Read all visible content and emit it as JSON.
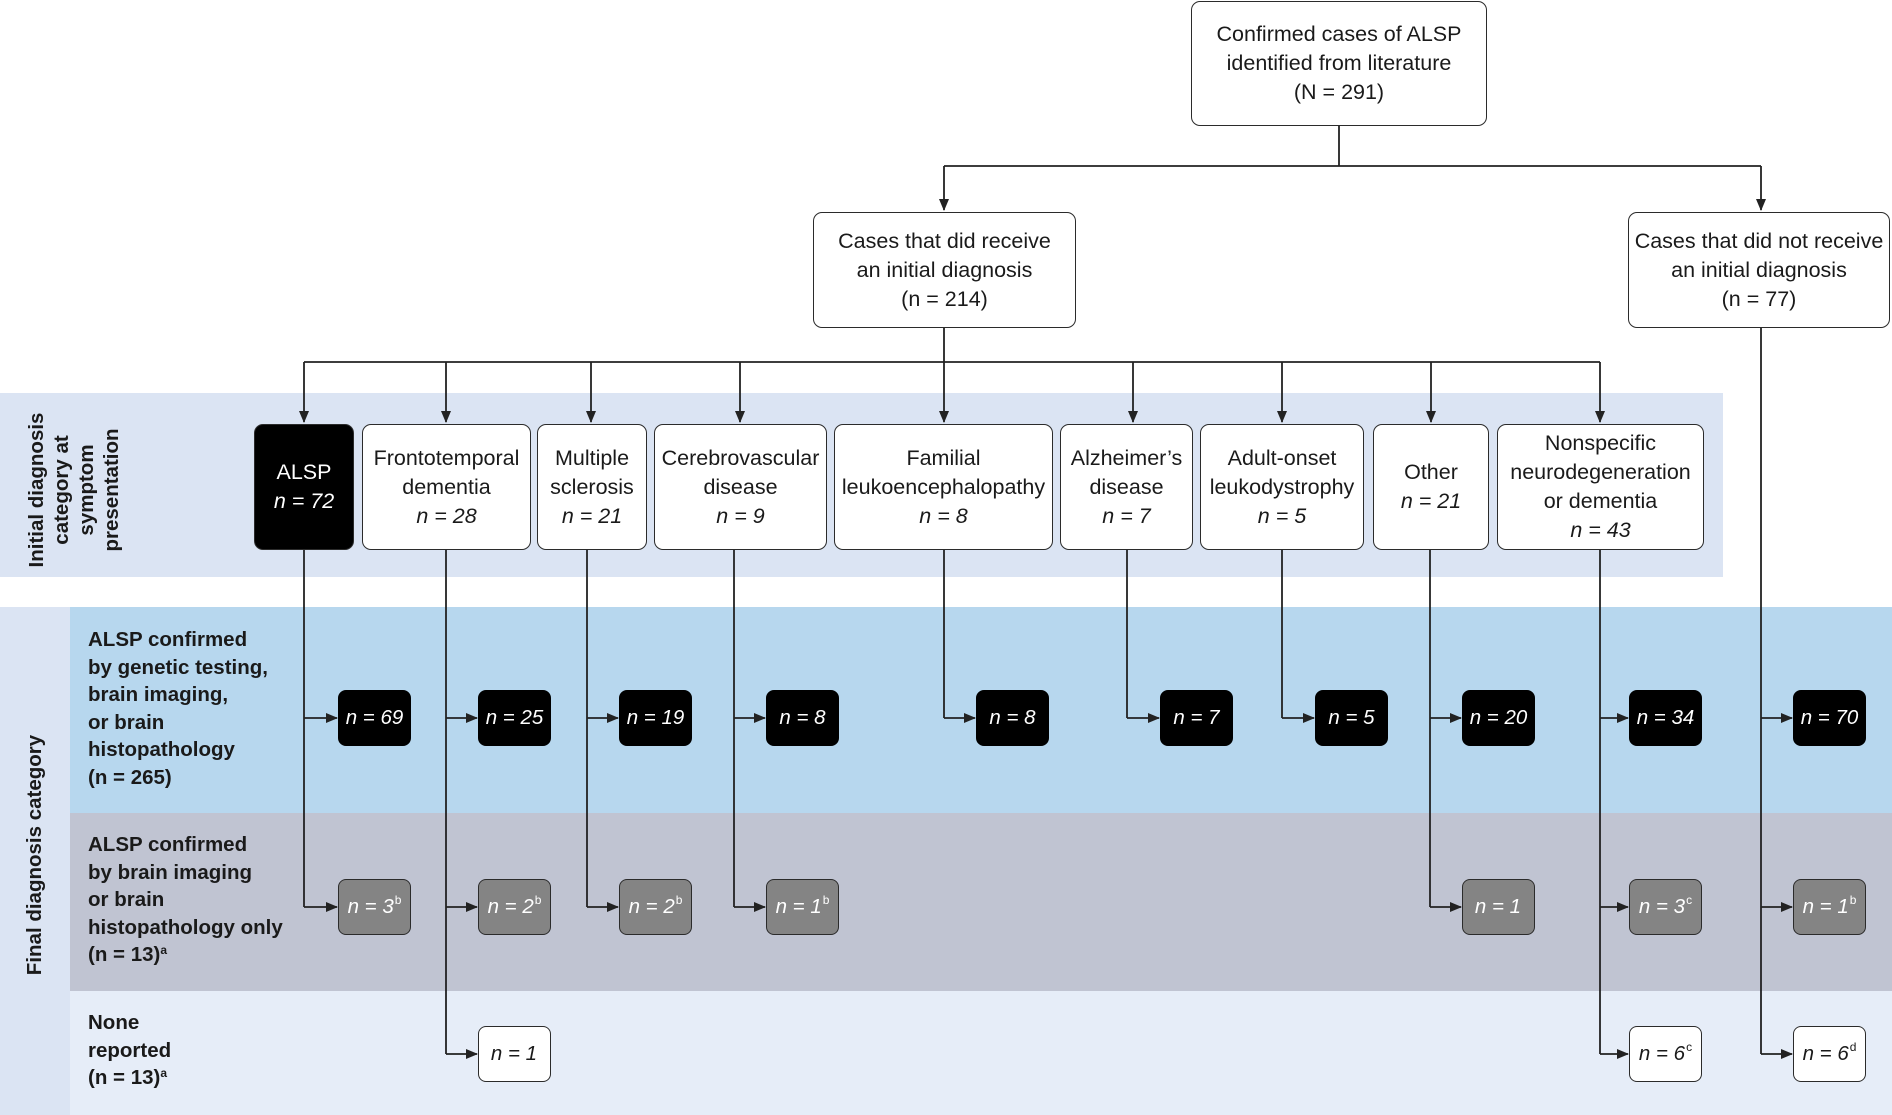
{
  "top": {
    "line1": "Confirmed cases of ALSP",
    "line2": "identified from literature",
    "count": "(N = 291)"
  },
  "received": {
    "line1": "Cases that did receive",
    "line2": "an initial diagnosis",
    "count": "(n = 214)"
  },
  "not_received": {
    "line1": "Cases that did not receive",
    "line2": "an initial diagnosis",
    "count": "(n = 77)"
  },
  "initial_label": {
    "line1": "Initial diagnosis",
    "line2": "category at",
    "line3": "symptom",
    "line4": "presentation"
  },
  "final_label": "Final diagnosis category",
  "categories": [
    {
      "lines": [
        "ALSP"
      ],
      "count": "n = 72"
    },
    {
      "lines": [
        "Frontotemporal",
        "dementia"
      ],
      "count": "n = 28"
    },
    {
      "lines": [
        "Multiple",
        "sclerosis"
      ],
      "count": "n = 21"
    },
    {
      "lines": [
        "Cerebrovascular",
        "disease"
      ],
      "count": "n = 9"
    },
    {
      "lines": [
        "Familial",
        "leukoencephalopathy"
      ],
      "count": "n = 8"
    },
    {
      "lines": [
        "Alzheimer’s",
        "disease"
      ],
      "count": "n = 7"
    },
    {
      "lines": [
        "Adult-onset",
        "leukodystrophy"
      ],
      "count": "n = 5"
    },
    {
      "lines": [
        "Other"
      ],
      "count": "n = 21"
    },
    {
      "lines": [
        "Nonspecific",
        "neurodegeneration",
        "or dementia"
      ],
      "count": "n = 43"
    }
  ],
  "rows": {
    "genetic": {
      "lines": [
        "ALSP confirmed",
        "by genetic testing,",
        "brain imaging,",
        "or brain",
        "histopathology",
        "(n = 265)"
      ]
    },
    "imaging": {
      "lines": [
        "ALSP confirmed",
        "by brain imaging",
        "or brain",
        "histopathology only",
        "(n = 13)"
      ],
      "note": "a"
    },
    "none": {
      "lines": [
        "None",
        "reported",
        "(n = 13)"
      ],
      "note": "a"
    }
  },
  "genetic_counts": [
    "n = 69",
    "n = 25",
    "n = 19",
    "n = 8",
    "n = 8",
    "n = 7",
    "n = 5",
    "n = 20",
    "n = 34",
    "n = 70"
  ],
  "imaging_counts": [
    {
      "text": "n = 3",
      "note": "b"
    },
    {
      "text": "n = 2",
      "note": "b"
    },
    {
      "text": "n = 2",
      "note": "b"
    },
    {
      "text": "n = 1",
      "note": "b"
    },
    {
      "text": "n = 1",
      "note": ""
    },
    {
      "text": "n = 3",
      "note": "c"
    },
    {
      "text": "n = 1",
      "note": "b"
    }
  ],
  "none_counts": [
    {
      "text": "n = 1",
      "note": ""
    },
    {
      "text": "n = 6",
      "note": "c"
    },
    {
      "text": "n = 6",
      "note": "d"
    }
  ],
  "colors": {
    "initial_band": "#dbe4f3",
    "genetic_band": "#b7d7ee",
    "imaging_band": "#c0c4d2",
    "none_band": "#e6edf8",
    "black_pill": "#000000",
    "gray_pill": "#848484"
  }
}
